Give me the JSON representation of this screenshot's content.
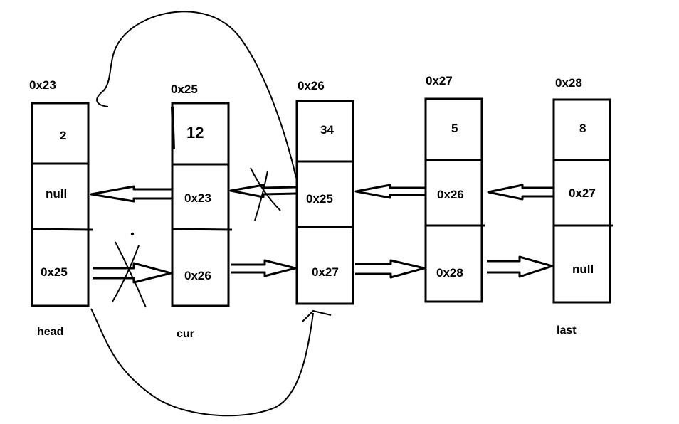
{
  "nodes": [
    {
      "address": "0x23",
      "value": "2",
      "prev": "null",
      "next": "0x25",
      "pointer_label": "head"
    },
    {
      "address": "0x25",
      "value": "12",
      "prev": "0x23",
      "next": "0x26",
      "pointer_label": "cur"
    },
    {
      "address": "0x26",
      "value": "34",
      "prev": "0x25",
      "next": "0x27",
      "pointer_label": ""
    },
    {
      "address": "0x27",
      "value": "5",
      "prev": "0x26",
      "next": "0x28",
      "pointer_label": ""
    },
    {
      "address": "0x28",
      "value": "8",
      "prev": "0x27",
      "next": "null",
      "pointer_label": "last"
    }
  ],
  "colors": {
    "ink": "#000000",
    "background": "#ffffff"
  }
}
